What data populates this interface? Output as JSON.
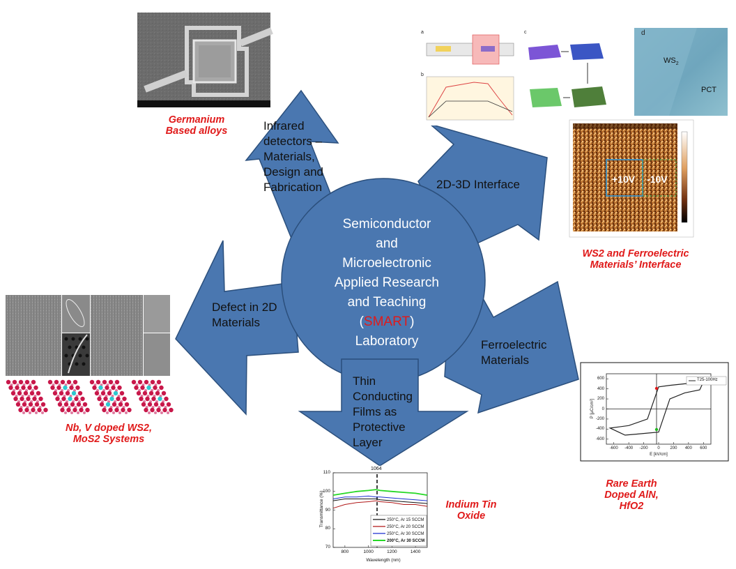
{
  "center": {
    "line1": "Semiconductor",
    "line2": "and",
    "line3": "Microelectronic",
    "line4": "Applied Research",
    "line5": "and Teaching",
    "paren_open": "(",
    "smart": "SMART",
    "paren_close": ")",
    "line7": "Laboratory"
  },
  "arrows": {
    "infrared": [
      "Infrared",
      "detectors –",
      "Materials,",
      "Design and",
      "Fabrication"
    ],
    "interface": "2D-3D Interface",
    "defect": [
      "Defect in 2D",
      "Materials"
    ],
    "ferroelectric": [
      "Ferroelectric",
      "Materials"
    ],
    "thin_films": [
      "Thin",
      "Conducting",
      "Films as",
      "Protective",
      "Layer"
    ]
  },
  "captions": {
    "germanium": [
      "Germanium",
      "Based alloys"
    ],
    "ws2_ferro": [
      "WS2 and Ferroelectric",
      "Materials’ Interface"
    ],
    "nb_v": [
      "Nb, V doped  WS2,",
      "MoS2 Systems"
    ],
    "ito": [
      "Indium Tin",
      "Oxide"
    ],
    "rare_earth": [
      "Rare Earth",
      "Doped AlN,",
      "HfO2"
    ]
  },
  "pfm": {
    "plus": "+10V",
    "minus": "-10V"
  },
  "ws2_panel": {
    "letter": "d",
    "ws2": "WS",
    "pct": "PCT"
  },
  "transmittance_chart": {
    "marker": "1064",
    "ylabel": "Transmittance (%)",
    "xlabel": "Wavelength (nm)",
    "yticks": [
      "110",
      "100",
      "90",
      "80",
      "70"
    ],
    "xticks": [
      "800",
      "1000",
      "1200",
      "1400"
    ],
    "legend": [
      "250°C, Ar 15 SCCM",
      "250°C, Ar 20 SCCM",
      "250°C, Ar 30 SCCM",
      "200°C, Ar 30 SCCM"
    ]
  },
  "hysteresis_chart": {
    "legend": "T25-100Hz",
    "ylabel": "P [μC/cm²]",
    "xlabel": "E [kV/cm]",
    "yticks": [
      "600",
      "400",
      "200",
      "0",
      "-200",
      "-400",
      "-600"
    ],
    "xticks": [
      "-600",
      "-400",
      "-200",
      "0",
      "200",
      "400",
      "600"
    ]
  },
  "colors": {
    "arrow_fill": "#4a77b0",
    "arrow_stroke": "#2b4f7c",
    "caption_red": "#e01a1a"
  },
  "chart_data": [
    {
      "type": "line",
      "xlabel": "Wavelength (nm)",
      "ylabel": "Transmittance (%)",
      "xlim": [
        700,
        1500
      ],
      "ylim": [
        70,
        110
      ],
      "x": [
        700,
        800,
        900,
        1000,
        1064,
        1100,
        1200,
        1300,
        1400,
        1500
      ],
      "series": [
        {
          "name": "250°C, Ar 15 SCCM",
          "values": [
            95,
            96,
            96,
            96,
            96,
            95.5,
            95,
            94.5,
            94,
            93.5
          ]
        },
        {
          "name": "250°C, Ar 20 SCCM",
          "values": [
            91,
            93,
            94,
            94.5,
            95,
            94.5,
            94,
            93,
            93,
            92
          ]
        },
        {
          "name": "250°C, Ar 30 SCCM",
          "values": [
            96,
            97,
            97,
            97.5,
            97,
            97,
            96.5,
            96,
            95.5,
            95
          ]
        },
        {
          "name": "200°C, Ar 30 SCCM",
          "values": [
            98,
            99,
            100,
            100.5,
            101,
            100.5,
            100,
            99.5,
            99,
            98
          ]
        }
      ]
    },
    {
      "type": "line",
      "xlabel": "E [kV/cm]",
      "ylabel": "P [μC/cm²]",
      "xlim": [
        -700,
        700
      ],
      "ylim": [
        -700,
        700
      ],
      "series": [
        {
          "name": "T25-100Hz",
          "x": [
            -650,
            -400,
            -150,
            0,
            150,
            350,
            500,
            600,
            550,
            350,
            150,
            0,
            -150,
            -300,
            -450,
            -650
          ],
          "values": [
            -380,
            -330,
            -200,
            440,
            470,
            500,
            520,
            540,
            380,
            320,
            200,
            -460,
            -480,
            -500,
            -520,
            -380
          ]
        }
      ]
    }
  ]
}
